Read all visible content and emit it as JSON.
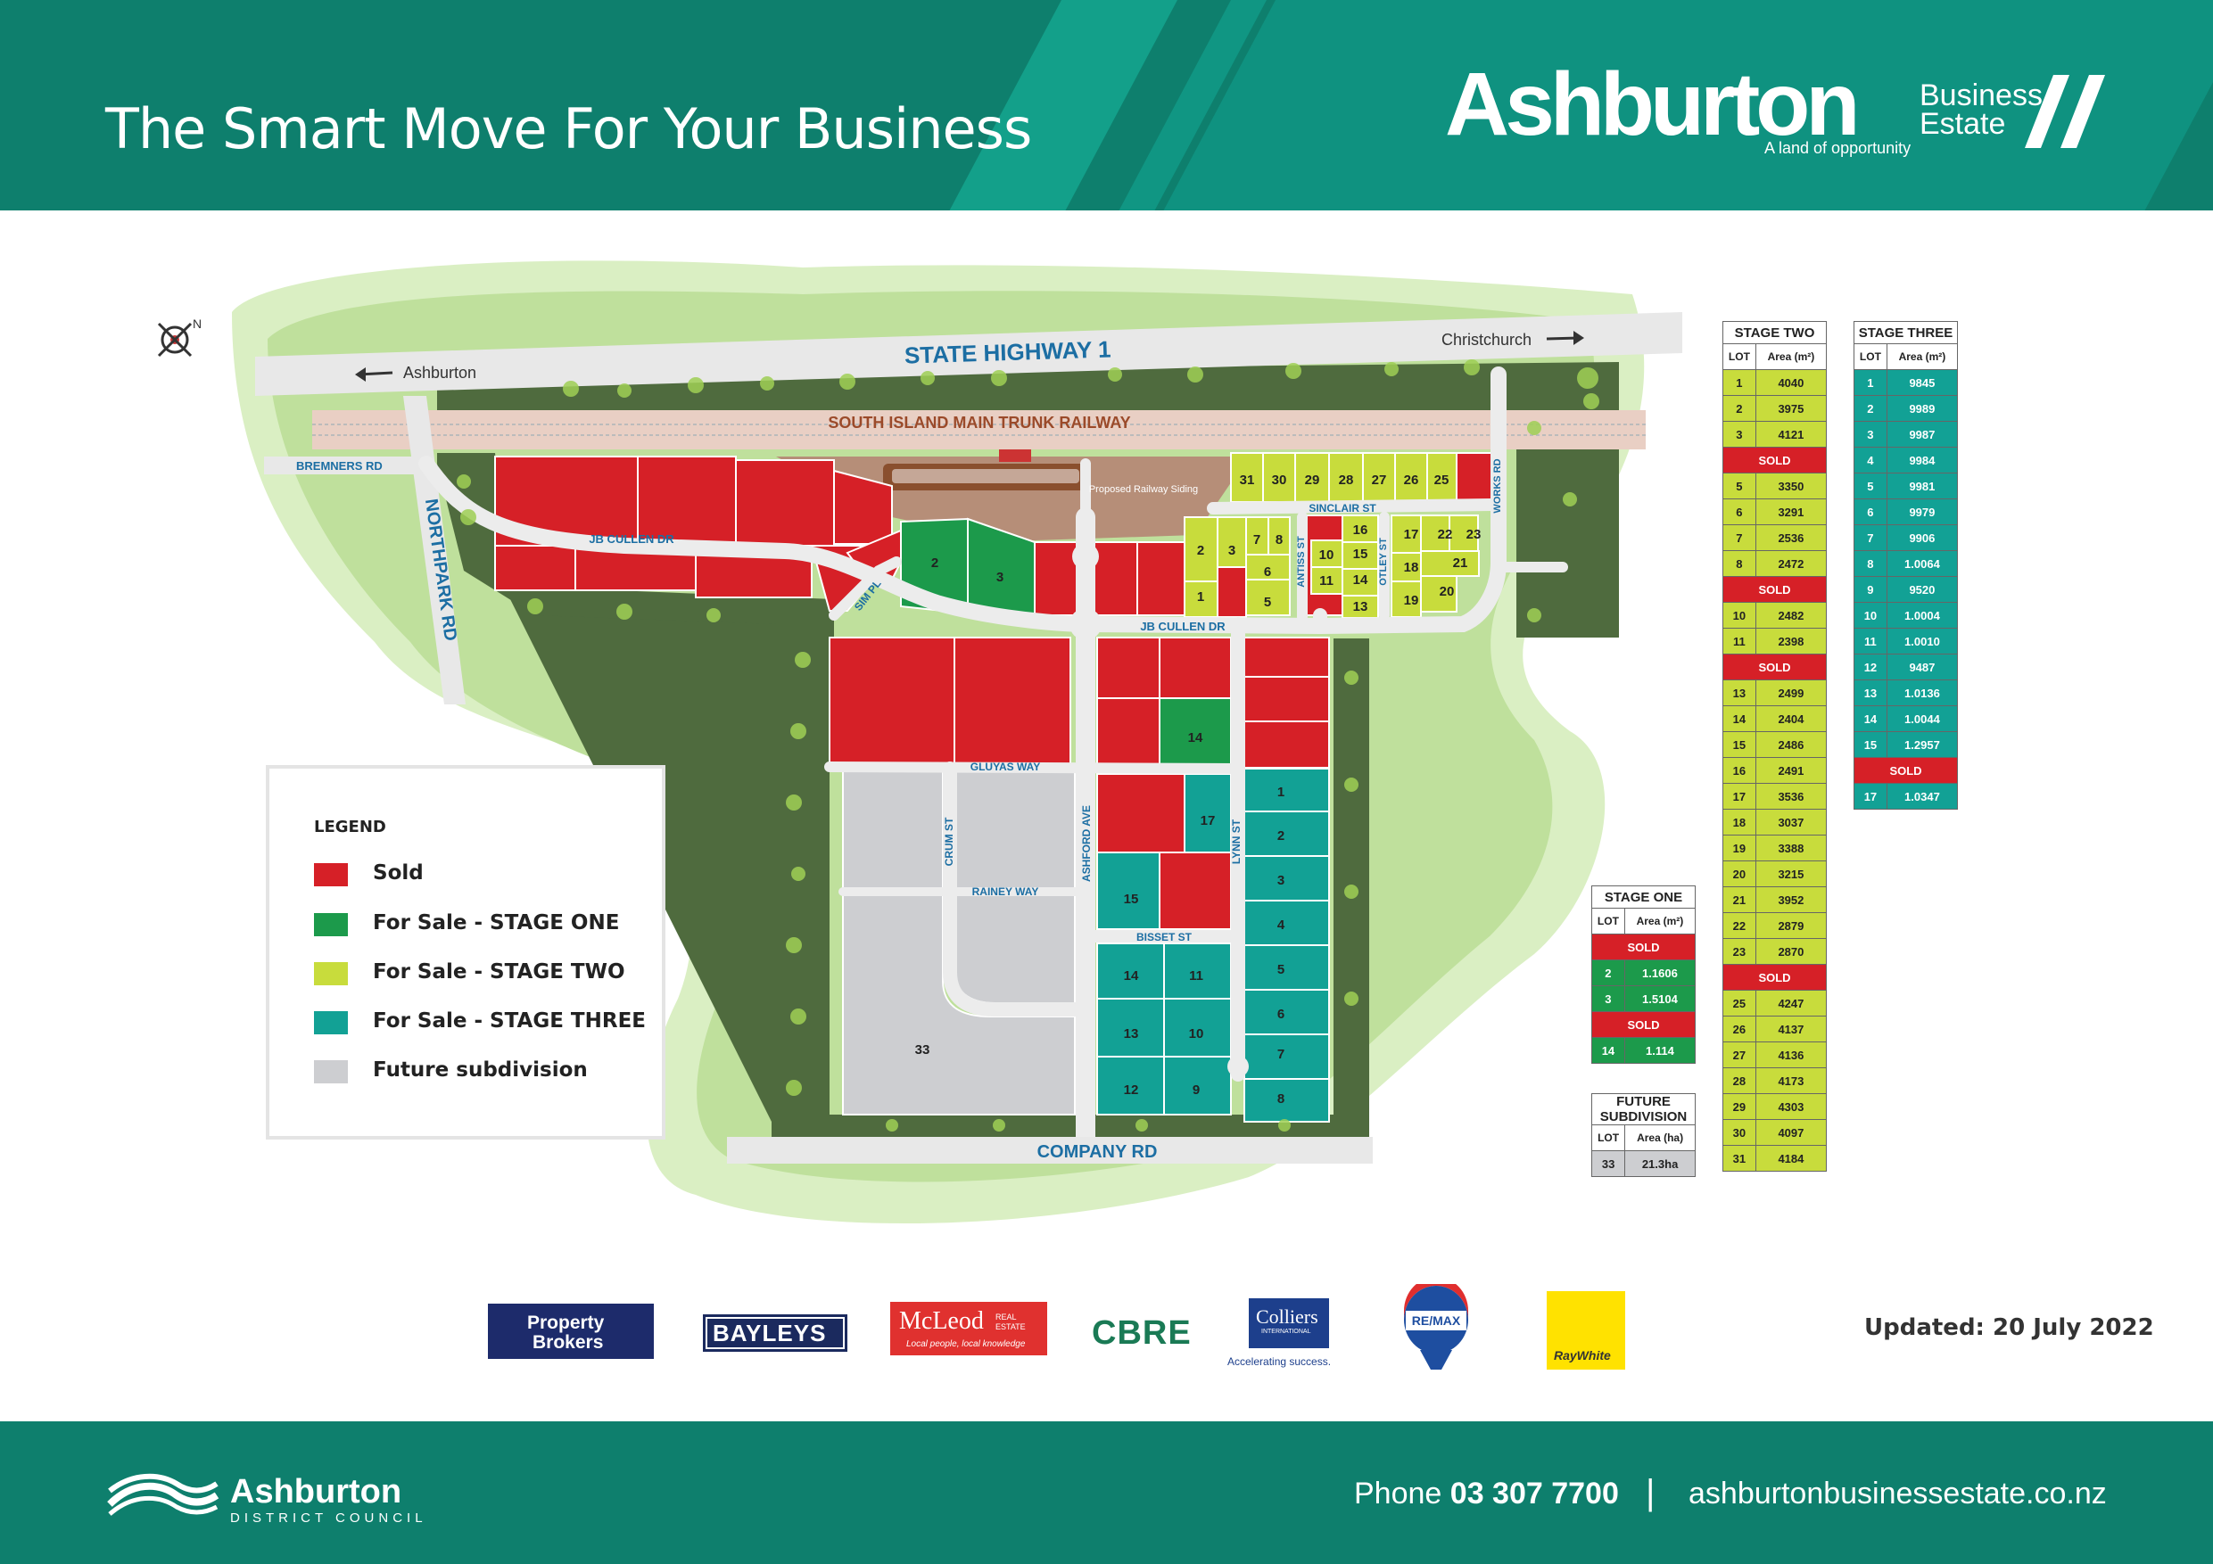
{
  "header": {
    "tagline": "The Smart Move For Your Business",
    "brand": "Ashburton",
    "brand_sub_1": "Business",
    "brand_sub_2": "Estate",
    "brand_tagline": "A land of opportunity"
  },
  "map": {
    "roads": {
      "highway": "STATE HIGHWAY 1",
      "railway": "SOUTH ISLAND MAIN TRUNK RAILWAY",
      "to_ashburton": "Ashburton",
      "to_christchurch": "Christchurch",
      "bremners": "BREMNERS RD",
      "northpark": "NORTHPARK RD",
      "jb_cullen_1": "JB CULLEN DR",
      "jb_cullen_2": "JB CULLEN DR",
      "sim_pl": "SIM PL",
      "gluyas": "GLUYAS WAY",
      "rainey": "RAINEY WAY",
      "crum": "CRUM ST",
      "ashford": "ASHFORD AVE",
      "lynn": "LYNN ST",
      "bisset": "BISSET ST",
      "company": "COMPANY RD",
      "sinclair": "SINCLAIR ST",
      "antiss": "ANTISS ST",
      "otley": "OTLEY ST",
      "works": "WORKS RD",
      "siding": "Proposed Railway Siding"
    },
    "north_label": "N",
    "lot_labels": {
      "s1_2": "2",
      "s1_3": "3",
      "s1_14": "14",
      "s2_1": "1",
      "s2_2": "2",
      "s2_3": "3",
      "s2_5": "5",
      "s2_6": "6",
      "s2_7": "7",
      "s2_8": "8",
      "s2_10": "10",
      "s2_11": "11",
      "s2_13": "13",
      "s2_14": "14",
      "s2_15": "15",
      "s2_16": "16",
      "s2_17": "17",
      "s2_18": "18",
      "s2_19": "19",
      "s2_20": "20",
      "s2_21": "21",
      "s2_22": "22",
      "s2_23": "23",
      "s2_25": "25",
      "s2_26": "26",
      "s2_27": "27",
      "s2_28": "28",
      "s2_29": "29",
      "s2_30": "30",
      "s2_31": "31",
      "s3_1": "1",
      "s3_2": "2",
      "s3_3": "3",
      "s3_4": "4",
      "s3_5": "5",
      "s3_6": "6",
      "s3_7": "7",
      "s3_8": "8",
      "s3_9": "9",
      "s3_10": "10",
      "s3_11": "11",
      "s3_12": "12",
      "s3_13": "13",
      "s3_14": "14",
      "s3_15": "15",
      "s3_17": "17",
      "fut_33": "33"
    }
  },
  "legend": {
    "title": "LEGEND",
    "items": [
      {
        "label": "Sold",
        "color": "#d62027"
      },
      {
        "label": "For Sale - STAGE ONE",
        "color": "#1c9a4b"
      },
      {
        "label": "For Sale - STAGE TWO",
        "color": "#c8dc3c"
      },
      {
        "label": "For Sale - STAGE THREE",
        "color": "#12a195"
      },
      {
        "label": "Future subdivision",
        "color": "#cdced1"
      }
    ]
  },
  "tables": {
    "col_lot": "LOT",
    "col_area_m2": "Area (m²)",
    "col_area_ha": "Area (ha)",
    "sold_label": "SOLD",
    "stage_one": {
      "title": "STAGE ONE",
      "rows": [
        {
          "sold": true
        },
        {
          "lot": "2",
          "area": "1.1606"
        },
        {
          "lot": "3",
          "area": "1.5104"
        },
        {
          "sold": true
        },
        {
          "lot": "14",
          "area": "1.114"
        }
      ]
    },
    "future": {
      "title_1": "FUTURE",
      "title_2": "SUBDIVISION",
      "rows": [
        {
          "lot": "33",
          "area": "21.3ha"
        }
      ]
    },
    "stage_two": {
      "title": "STAGE TWO",
      "rows": [
        {
          "lot": "1",
          "area": "4040"
        },
        {
          "lot": "2",
          "area": "3975"
        },
        {
          "lot": "3",
          "area": "4121"
        },
        {
          "sold": true
        },
        {
          "lot": "5",
          "area": "3350"
        },
        {
          "lot": "6",
          "area": "3291"
        },
        {
          "lot": "7",
          "area": "2536"
        },
        {
          "lot": "8",
          "area": "2472"
        },
        {
          "sold": true
        },
        {
          "lot": "10",
          "area": "2482"
        },
        {
          "lot": "11",
          "area": "2398"
        },
        {
          "sold": true
        },
        {
          "lot": "13",
          "area": "2499"
        },
        {
          "lot": "14",
          "area": "2404"
        },
        {
          "lot": "15",
          "area": "2486"
        },
        {
          "lot": "16",
          "area": "2491"
        },
        {
          "lot": "17",
          "area": "3536"
        },
        {
          "lot": "18",
          "area": "3037"
        },
        {
          "lot": "19",
          "area": "3388"
        },
        {
          "lot": "20",
          "area": "3215"
        },
        {
          "lot": "21",
          "area": "3952"
        },
        {
          "lot": "22",
          "area": "2879"
        },
        {
          "lot": "23",
          "area": "2870"
        },
        {
          "sold": true
        },
        {
          "lot": "25",
          "area": "4247"
        },
        {
          "lot": "26",
          "area": "4137"
        },
        {
          "lot": "27",
          "area": "4136"
        },
        {
          "lot": "28",
          "area": "4173"
        },
        {
          "lot": "29",
          "area": "4303"
        },
        {
          "lot": "30",
          "area": "4097"
        },
        {
          "lot": "31",
          "area": "4184"
        }
      ]
    },
    "stage_three": {
      "title": "STAGE THREE",
      "rows": [
        {
          "lot": "1",
          "area": "9845"
        },
        {
          "lot": "2",
          "area": "9989"
        },
        {
          "lot": "3",
          "area": "9987"
        },
        {
          "lot": "4",
          "area": "9984"
        },
        {
          "lot": "5",
          "area": "9981"
        },
        {
          "lot": "6",
          "area": "9979"
        },
        {
          "lot": "7",
          "area": "9906"
        },
        {
          "lot": "8",
          "area": "1.0064"
        },
        {
          "lot": "9",
          "area": "9520"
        },
        {
          "lot": "10",
          "area": "1.0004"
        },
        {
          "lot": "11",
          "area": "1.0010"
        },
        {
          "lot": "12",
          "area": "9487"
        },
        {
          "lot": "13",
          "area": "1.0136"
        },
        {
          "lot": "14",
          "area": "1.0044"
        },
        {
          "lot": "15",
          "area": "1.2957"
        },
        {
          "sold": true
        },
        {
          "lot": "17",
          "area": "1.0347"
        }
      ]
    }
  },
  "sponsors": {
    "property_brokers_1": "Property",
    "property_brokers_2": "Brokers",
    "bayleys": "BAYLEYS",
    "mcleod": "McLeod",
    "mcleod_sub": "REAL ESTATE",
    "mcleod_tag": "Local people, local knowledge",
    "cbre": "CBRE",
    "colliers": "Colliers",
    "colliers_sub": "INTERNATIONAL",
    "colliers_tag": "Accelerating success.",
    "remax": "RE/MAX",
    "raywhite": "RayWhite"
  },
  "updated": "Updated: 20 July 2022",
  "footer": {
    "council_name": "Ashburton",
    "council_sub": "DISTRICT COUNCIL",
    "phone_label": "Phone",
    "phone_number": "03 307 7700",
    "separator": "|",
    "website": "ashburtonbusinessestate.co.nz"
  }
}
